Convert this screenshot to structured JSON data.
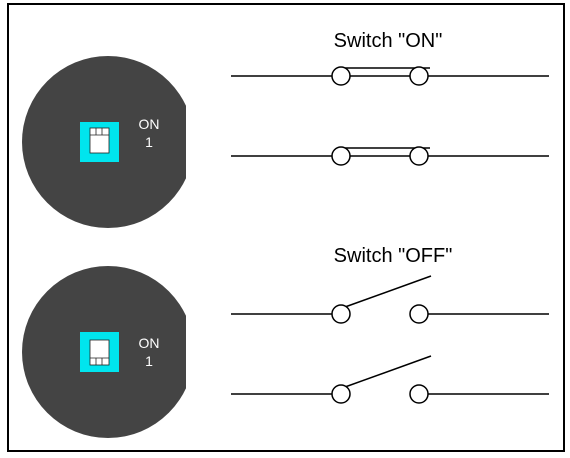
{
  "sections": [
    {
      "title": "Switch \"ON\"",
      "dip_label_on": "ON",
      "dip_label_number": "1",
      "state": "on"
    },
    {
      "title": "Switch \"OFF\"",
      "dip_label_on": "ON",
      "dip_label_number": "1",
      "state": "off"
    }
  ],
  "colors": {
    "frame": "#000000",
    "background": "#ffffff",
    "disc": "#444444",
    "dip_body": "#00e5ee",
    "dip_slider": "#ffffff",
    "disc_text": "#ffffff",
    "wire": "#000000",
    "title_text": "#000000"
  }
}
